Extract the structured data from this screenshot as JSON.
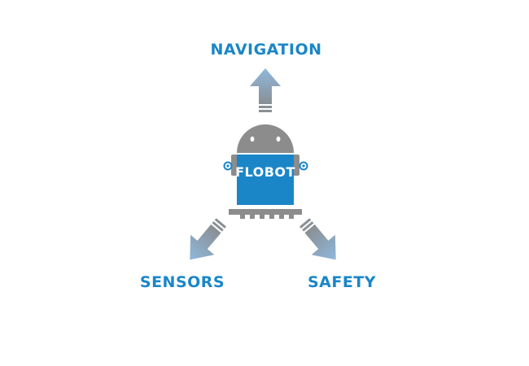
{
  "diagram": {
    "center_label": "FLOBOT",
    "branches": [
      {
        "id": "navigation",
        "label": "NAVIGATION",
        "direction": "up"
      },
      {
        "id": "sensors",
        "label": "SENSORS",
        "direction": "down-left"
      },
      {
        "id": "safety",
        "label": "SAFETY",
        "direction": "down-right"
      }
    ]
  },
  "colors": {
    "accent_blue": "#1a86c8",
    "robot_gray": "#8c8c8c",
    "arrow_gray": "#8a8f94",
    "arrow_blue": "#8fb8dc",
    "background": "#ffffff"
  }
}
